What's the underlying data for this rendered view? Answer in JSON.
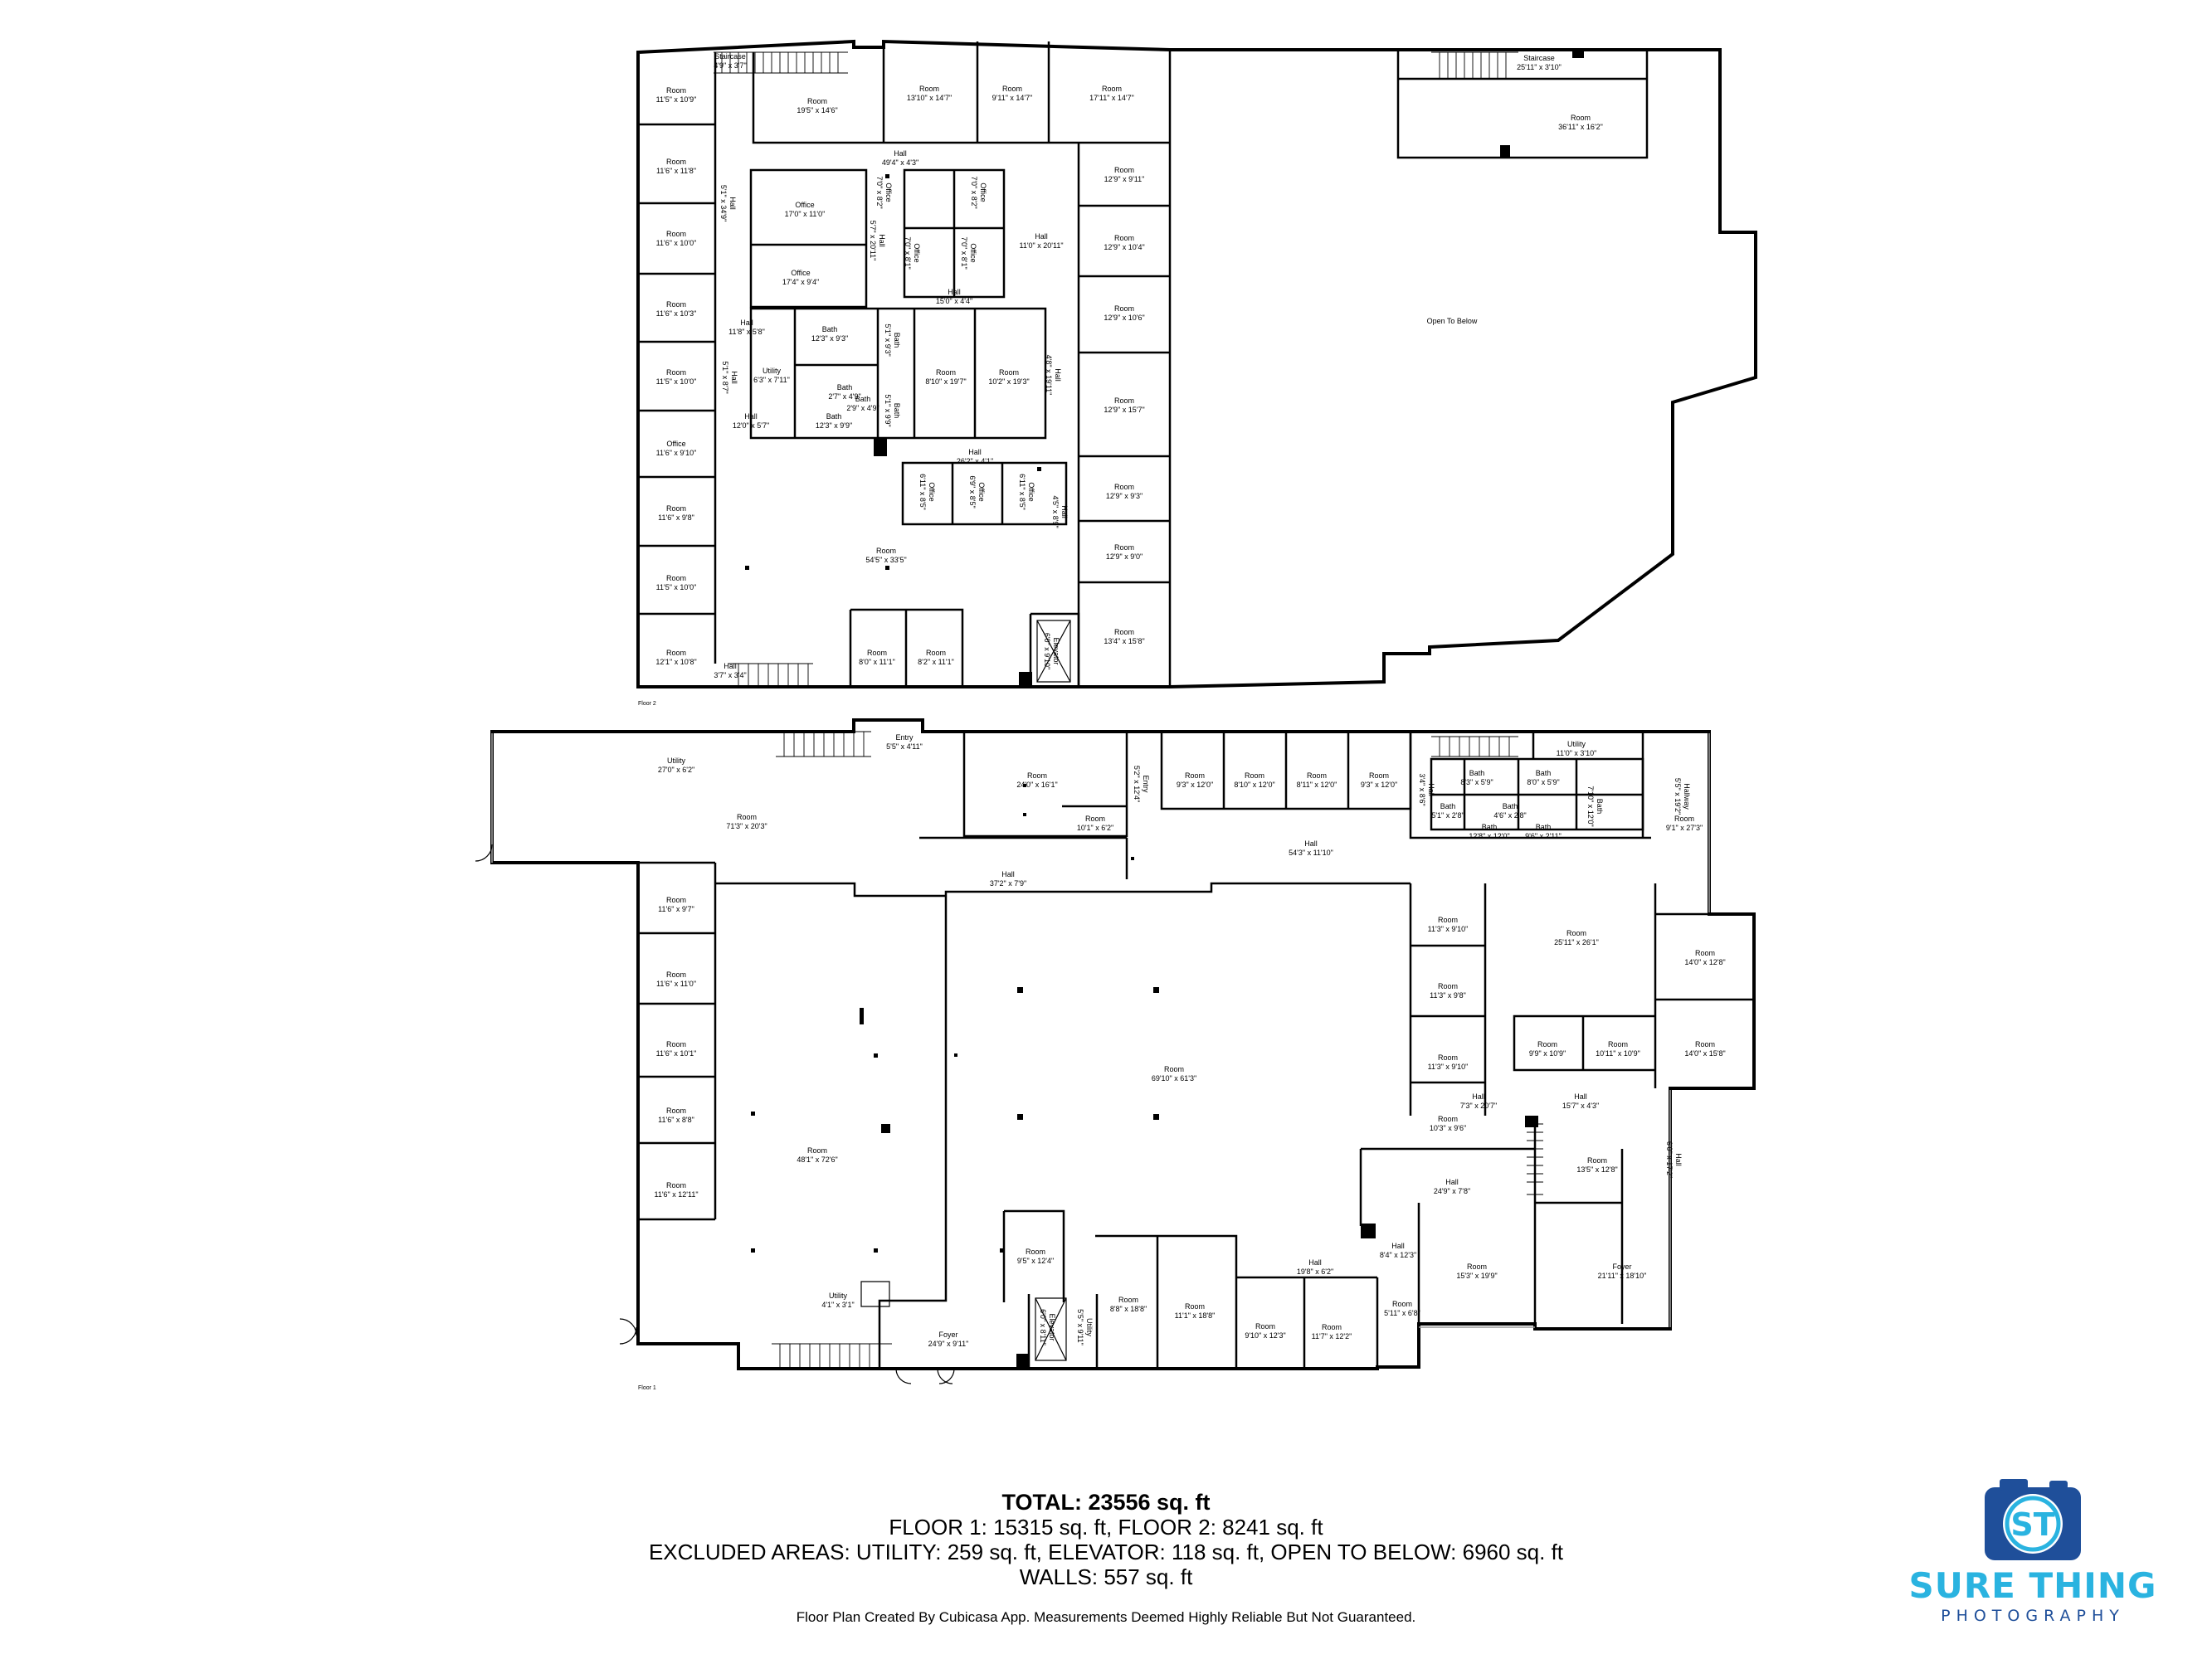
{
  "floor2_label": "Floor 2",
  "floor1_label": "Floor 1",
  "open_to_below": "Open To Below",
  "floor2_rooms": [
    {
      "name": "Staircase",
      "dim": "4'9\" x 3'7\""
    },
    {
      "name": "Room",
      "dim": "11'5\" x 10'9\""
    },
    {
      "name": "Room",
      "dim": "19'5\" x 14'6\""
    },
    {
      "name": "Room",
      "dim": "13'10\" x 14'7\""
    },
    {
      "name": "Room",
      "dim": "9'11\" x 14'7\""
    },
    {
      "name": "Room",
      "dim": "17'11\" x 14'7\""
    },
    {
      "name": "Room",
      "dim": "11'6\" x 11'8\""
    },
    {
      "name": "Hall",
      "dim": "5'1\" x 34'9\""
    },
    {
      "name": "Hall",
      "dim": "49'4\" x 4'3\""
    },
    {
      "name": "Office",
      "dim": "7'0\" x 8'2\""
    },
    {
      "name": "Office",
      "dim": "7'0\" x 8'2\""
    },
    {
      "name": "Room",
      "dim": "12'9\" x 9'11\""
    },
    {
      "name": "Office",
      "dim": "17'0\" x 11'0\""
    },
    {
      "name": "Hall",
      "dim": "5'7\" x 20'11\""
    },
    {
      "name": "Office",
      "dim": "7'0\" x 8'1\""
    },
    {
      "name": "Office",
      "dim": "7'0\" x 8'1\""
    },
    {
      "name": "Hall",
      "dim": "11'0\" x 20'11\""
    },
    {
      "name": "Room",
      "dim": "11'6\" x 10'0\""
    },
    {
      "name": "Room",
      "dim": "12'9\" x 10'4\""
    },
    {
      "name": "Office",
      "dim": "17'4\" x 9'4\""
    },
    {
      "name": "Hall",
      "dim": "15'0\" x 4'4\""
    },
    {
      "name": "Room",
      "dim": "11'6\" x 10'3\""
    },
    {
      "name": "Hall",
      "dim": "11'8\" x 5'8\""
    },
    {
      "name": "Bath",
      "dim": "12'3\" x 9'3\""
    },
    {
      "name": "Bath",
      "dim": "5'1\" x 9'3\""
    },
    {
      "name": "Room",
      "dim": "12'9\" x 10'6\""
    },
    {
      "name": "Hall",
      "dim": "5'1\" x 8'7\""
    },
    {
      "name": "Utility",
      "dim": "6'3\" x 7'11\""
    },
    {
      "name": "Room",
      "dim": "8'10\" x 19'7\""
    },
    {
      "name": "Room",
      "dim": "10'2\" x 19'3\""
    },
    {
      "name": "Hall",
      "dim": "4'8\" x 19'11\""
    },
    {
      "name": "Room",
      "dim": "11'5\" x 10'0\""
    },
    {
      "name": "Bath",
      "dim": "2'7\" x 4'9\""
    },
    {
      "name": "Bath",
      "dim": "2'9\" x 4'9\""
    },
    {
      "name": "Bath",
      "dim": "5'1\" x 9'9\""
    },
    {
      "name": "Room",
      "dim": "12'9\" x 15'7\""
    },
    {
      "name": "Hall",
      "dim": "12'0\" x 5'7\""
    },
    {
      "name": "Bath",
      "dim": "12'3\" x 9'9\""
    },
    {
      "name": "Office",
      "dim": "11'6\" x 9'10\""
    },
    {
      "name": "Hall",
      "dim": "26'2\" x 4'1\""
    },
    {
      "name": "Office",
      "dim": "6'11\" x 8'5\""
    },
    {
      "name": "Office",
      "dim": "6'9\" x 8'5\""
    },
    {
      "name": "Office",
      "dim": "6'11\" x 8'5\""
    },
    {
      "name": "Hall",
      "dim": "4'5\" x 8'9\""
    },
    {
      "name": "Room",
      "dim": "12'9\" x 9'3\""
    },
    {
      "name": "Room",
      "dim": "11'6\" x 9'8\""
    },
    {
      "name": "Room",
      "dim": "54'5\" x 33'5\""
    },
    {
      "name": "Room",
      "dim": "12'9\" x 9'0\""
    },
    {
      "name": "Room",
      "dim": "11'5\" x 10'0\""
    },
    {
      "name": "Room",
      "dim": "13'4\" x 15'8\""
    },
    {
      "name": "Room",
      "dim": "12'1\" x 10'8\""
    },
    {
      "name": "Room",
      "dim": "8'0\" x 11'1\""
    },
    {
      "name": "Room",
      "dim": "8'2\" x 11'1\""
    },
    {
      "name": "Elevator",
      "dim": "6'0\" x 9'10\""
    },
    {
      "name": "Hall",
      "dim": "3'7\" x 3'4\""
    },
    {
      "name": "Staircase",
      "dim": "25'11\" x 3'10\""
    },
    {
      "name": "Room",
      "dim": "36'11\" x 16'2\""
    }
  ],
  "floor1_rooms": [
    {
      "name": "Utility",
      "dim": "27'0\" x 6'2\""
    },
    {
      "name": "Entry",
      "dim": "5'5\" x 4'11\""
    },
    {
      "name": "Room",
      "dim": "24'0\" x 16'1\""
    },
    {
      "name": "Entry",
      "dim": "5'2\" x 12'4\""
    },
    {
      "name": "Room",
      "dim": "9'3\" x 12'0\""
    },
    {
      "name": "Room",
      "dim": "8'10\" x 12'0\""
    },
    {
      "name": "Room",
      "dim": "8'11\" x 12'0\""
    },
    {
      "name": "Room",
      "dim": "9'3\" x 12'0\""
    },
    {
      "name": "Hall",
      "dim": "3'4\" x 8'6\""
    },
    {
      "name": "Bath",
      "dim": "8'3\" x 5'9\""
    },
    {
      "name": "Bath",
      "dim": "8'0\" x 5'9\""
    },
    {
      "name": "Utility",
      "dim": "11'0\" x 3'10\""
    },
    {
      "name": "Bath",
      "dim": "7'10\" x 12'0\""
    },
    {
      "name": "Hallway",
      "dim": "5'5\" x 19'2\""
    },
    {
      "name": "Room",
      "dim": "71'3\" x 20'3\""
    },
    {
      "name": "Room",
      "dim": "10'1\" x 6'2\""
    },
    {
      "name": "Bath",
      "dim": "5'1\" x 2'8\""
    },
    {
      "name": "Bath",
      "dim": "4'6\" x 2'8\""
    },
    {
      "name": "Bath",
      "dim": "12'8\" x 12'0\""
    },
    {
      "name": "Bath",
      "dim": "9'6\" x 2'11\""
    },
    {
      "name": "Room",
      "dim": "9'1\" x 27'3\""
    },
    {
      "name": "Hall",
      "dim": "54'3\" x 11'10\""
    },
    {
      "name": "Hall",
      "dim": "37'2\" x 7'9\""
    },
    {
      "name": "Room",
      "dim": "11'6\" x 9'7\""
    },
    {
      "name": "Room",
      "dim": "11'3\" x 9'10\""
    },
    {
      "name": "Room",
      "dim": "25'11\" x 26'1\""
    },
    {
      "name": "Room",
      "dim": "14'0\" x 12'8\""
    },
    {
      "name": "Room",
      "dim": "11'6\" x 11'0\""
    },
    {
      "name": "Room",
      "dim": "11'3\" x 9'8\""
    },
    {
      "name": "Room",
      "dim": "69'10\" x 61'3\""
    },
    {
      "name": "Room",
      "dim": "14'0\" x 15'8\""
    },
    {
      "name": "Room",
      "dim": "11'6\" x 10'1\""
    },
    {
      "name": "Room",
      "dim": "11'3\" x 9'10\""
    },
    {
      "name": "Room",
      "dim": "9'9\" x 10'9\""
    },
    {
      "name": "Room",
      "dim": "10'11\" x 10'9\""
    },
    {
      "name": "Hall",
      "dim": "7'3\" x 20'7\""
    },
    {
      "name": "Hall",
      "dim": "15'7\" x 4'3\""
    },
    {
      "name": "Room",
      "dim": "11'6\" x 8'8\""
    },
    {
      "name": "Room",
      "dim": "10'3\" x 9'6\""
    },
    {
      "name": "Hall",
      "dim": "6'0\" x 17'2\""
    },
    {
      "name": "Room",
      "dim": "48'1\" x 72'6\""
    },
    {
      "name": "Room",
      "dim": "13'5\" x 12'8\""
    },
    {
      "name": "Hall",
      "dim": "24'9\" x 7'8\""
    },
    {
      "name": "Room",
      "dim": "11'6\" x 12'11\""
    },
    {
      "name": "Room",
      "dim": "9'5\" x 12'4\""
    },
    {
      "name": "Hall",
      "dim": "8'4\" x 12'3\""
    },
    {
      "name": "Hall",
      "dim": "19'8\" x 6'2\""
    },
    {
      "name": "Room",
      "dim": "15'3\" x 19'9\""
    },
    {
      "name": "Foyer",
      "dim": "21'11\" x 18'10\""
    },
    {
      "name": "Utility",
      "dim": "4'1\" x 3'1\""
    },
    {
      "name": "Room",
      "dim": "8'8\" x 18'8\""
    },
    {
      "name": "Room",
      "dim": "11'1\" x 18'8\""
    },
    {
      "name": "Room",
      "dim": "9'10\" x 12'3\""
    },
    {
      "name": "Room",
      "dim": "11'7\" x 12'2\""
    },
    {
      "name": "Room",
      "dim": "5'11\" x 6'8\""
    },
    {
      "name": "Foyer",
      "dim": "24'9\" x 9'11\""
    },
    {
      "name": "Elevator",
      "dim": "6'0\" x 8'11\""
    },
    {
      "name": "Utility",
      "dim": "5'5\" x 9'11\""
    }
  ],
  "summary": {
    "total": "TOTAL: 23556 sq. ft",
    "floors": "FLOOR 1: 15315 sq. ft, FLOOR 2: 8241 sq. ft",
    "excluded": "EXCLUDED AREAS: UTILITY: 259 sq. ft, ELEVATOR: 118 sq. ft, OPEN TO BELOW: 6960 sq. ft",
    "walls": "WALLS: 557 sq. ft"
  },
  "credit": "Floor Plan Created By Cubicasa App. Measurements Deemed Highly Reliable But Not Guaranteed.",
  "logo": {
    "monogram": "ST",
    "name": "SURE THING",
    "sub": "PHOTOGRAPHY",
    "icon": "camera-icon",
    "color_primary": "#1f4f9a",
    "color_accent": "#2ab3e0"
  }
}
